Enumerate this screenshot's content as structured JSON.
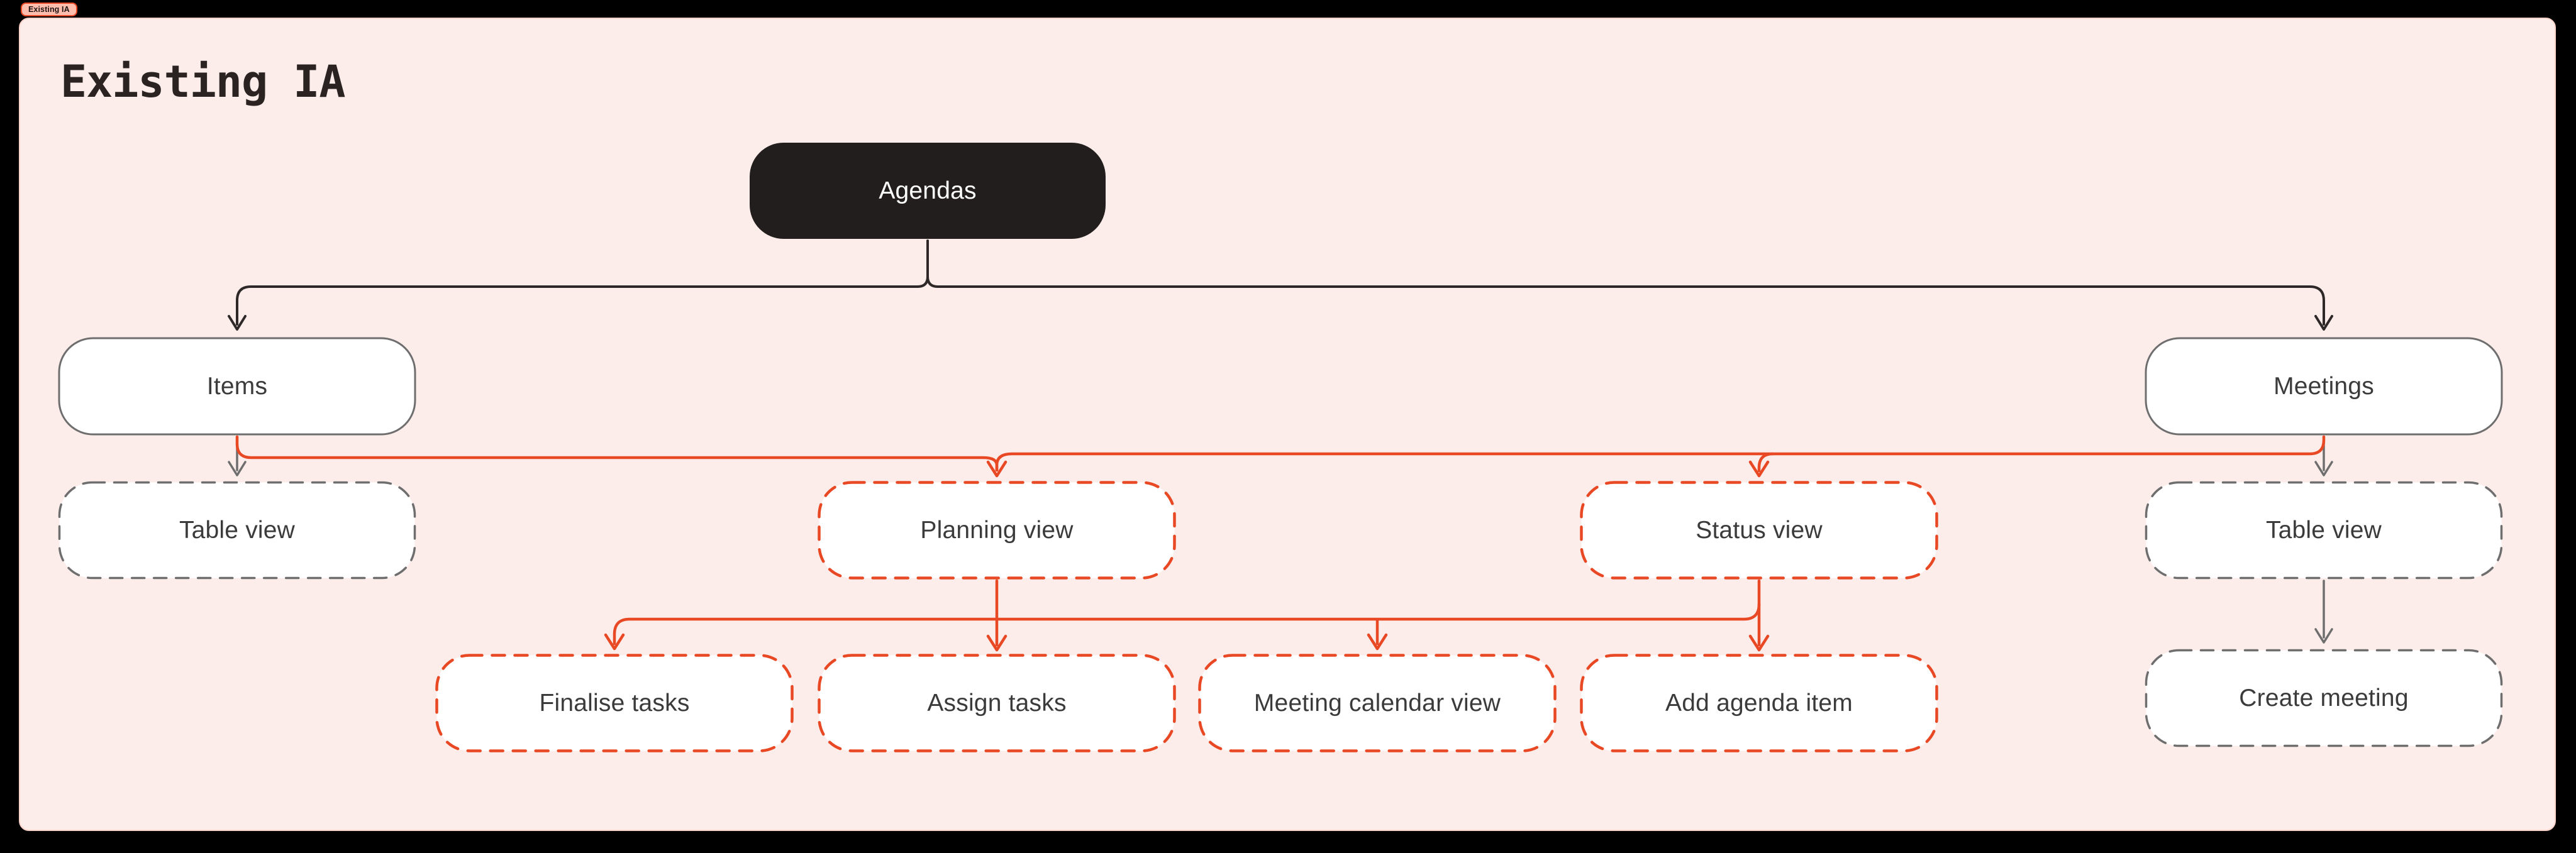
{
  "app": {
    "section_tab_label": "Existing IA"
  },
  "board": {
    "title": "Existing IA"
  },
  "colors": {
    "page_background": "#000000",
    "canvas_background": "#FCEDEA",
    "canvas_edge": "#F9D2C9",
    "accent_orange": "#E84823",
    "connector_black": "#2E2829",
    "connector_gray": "#6E6E6E",
    "node_dark_fill": "#221E1D",
    "node_fill": "#FFFFFF",
    "node_text": "#3B3B3B",
    "node_text_on_dark": "#FFFFFF",
    "tab_fill": "#FFBDAE",
    "title_text": "#2A2321"
  },
  "diagram": {
    "nodes": [
      {
        "id": "agendas",
        "label": "Agendas",
        "style": "solid-dark"
      },
      {
        "id": "items",
        "label": "Items",
        "style": "solid-gray"
      },
      {
        "id": "meetings",
        "label": "Meetings",
        "style": "solid-gray"
      },
      {
        "id": "table-view-items",
        "label": "Table view",
        "style": "dashed-gray"
      },
      {
        "id": "planning-view",
        "label": "Planning view",
        "style": "dashed-orange"
      },
      {
        "id": "status-view",
        "label": "Status view",
        "style": "dashed-orange"
      },
      {
        "id": "table-view-meetings",
        "label": "Table view",
        "style": "dashed-gray"
      },
      {
        "id": "finalise-tasks",
        "label": "Finalise tasks",
        "style": "dashed-orange"
      },
      {
        "id": "assign-tasks",
        "label": "Assign tasks",
        "style": "dashed-orange"
      },
      {
        "id": "meeting-calendar-view",
        "label": "Meeting calendar view",
        "style": "dashed-orange"
      },
      {
        "id": "add-agenda-item",
        "label": "Add agenda item",
        "style": "dashed-orange"
      },
      {
        "id": "create-meeting",
        "label": "Create meeting",
        "style": "dashed-gray"
      }
    ],
    "edges": [
      {
        "from": "agendas",
        "to": "items",
        "color": "black"
      },
      {
        "from": "agendas",
        "to": "meetings",
        "color": "black"
      },
      {
        "from": "items",
        "to": "table-view-items",
        "color": "gray"
      },
      {
        "from": "items",
        "to": "planning-view",
        "color": "orange"
      },
      {
        "from": "meetings",
        "to": "planning-view",
        "color": "orange"
      },
      {
        "from": "meetings",
        "to": "status-view",
        "color": "orange"
      },
      {
        "from": "meetings",
        "to": "table-view-meetings",
        "color": "gray"
      },
      {
        "from": "planning-view",
        "to": "finalise-tasks",
        "color": "orange"
      },
      {
        "from": "planning-view",
        "to": "assign-tasks",
        "color": "orange"
      },
      {
        "from": "status-view",
        "to": "meeting-calendar-view",
        "color": "orange"
      },
      {
        "from": "status-view",
        "to": "add-agenda-item",
        "color": "orange"
      },
      {
        "from": "table-view-meetings",
        "to": "create-meeting",
        "color": "gray"
      }
    ]
  }
}
